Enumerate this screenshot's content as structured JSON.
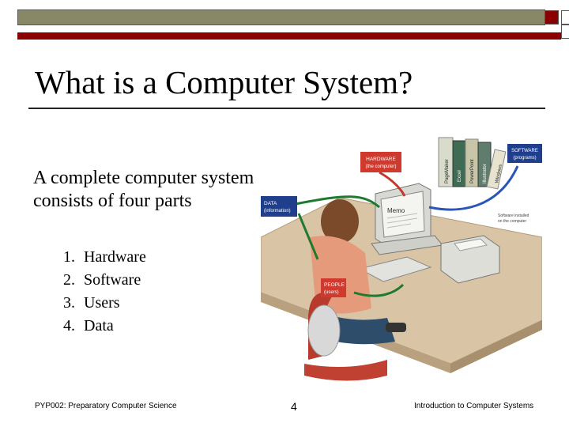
{
  "slide": {
    "title": "What is a Computer System?",
    "intro": "A complete computer system consists of four parts",
    "parts": [
      {
        "num": "1.",
        "label": "Hardware"
      },
      {
        "num": "2.",
        "label": "Software"
      },
      {
        "num": "3.",
        "label": "Users"
      },
      {
        "num": "4.",
        "label": "Data"
      }
    ]
  },
  "figure": {
    "hardware_label": "HARDWARE",
    "hardware_sub": "(the computer)",
    "software_label": "SOFTWARE",
    "software_sub": "(programs)",
    "data_label": "DATA",
    "data_sub": "(information)",
    "people_label": "PEOPLE",
    "people_sub": "(users)",
    "memo_label": "Memo",
    "software_installed_1": "Software installed",
    "software_installed_2": "on the computer",
    "books": [
      "PageMaker",
      "Excel",
      "PowerPoint",
      "Illustrator",
      "Windows"
    ],
    "colors": {
      "label_red": "#d03a2e",
      "label_blue": "#1f3f8c",
      "arrow_green": "#1e7a2e",
      "arrow_blue": "#2a56b8",
      "arrow_red": "#c0392b"
    }
  },
  "footer": {
    "left": "PYP002: Preparatory Computer Science",
    "page": "4",
    "right": "Introduction to Computer Systems"
  }
}
